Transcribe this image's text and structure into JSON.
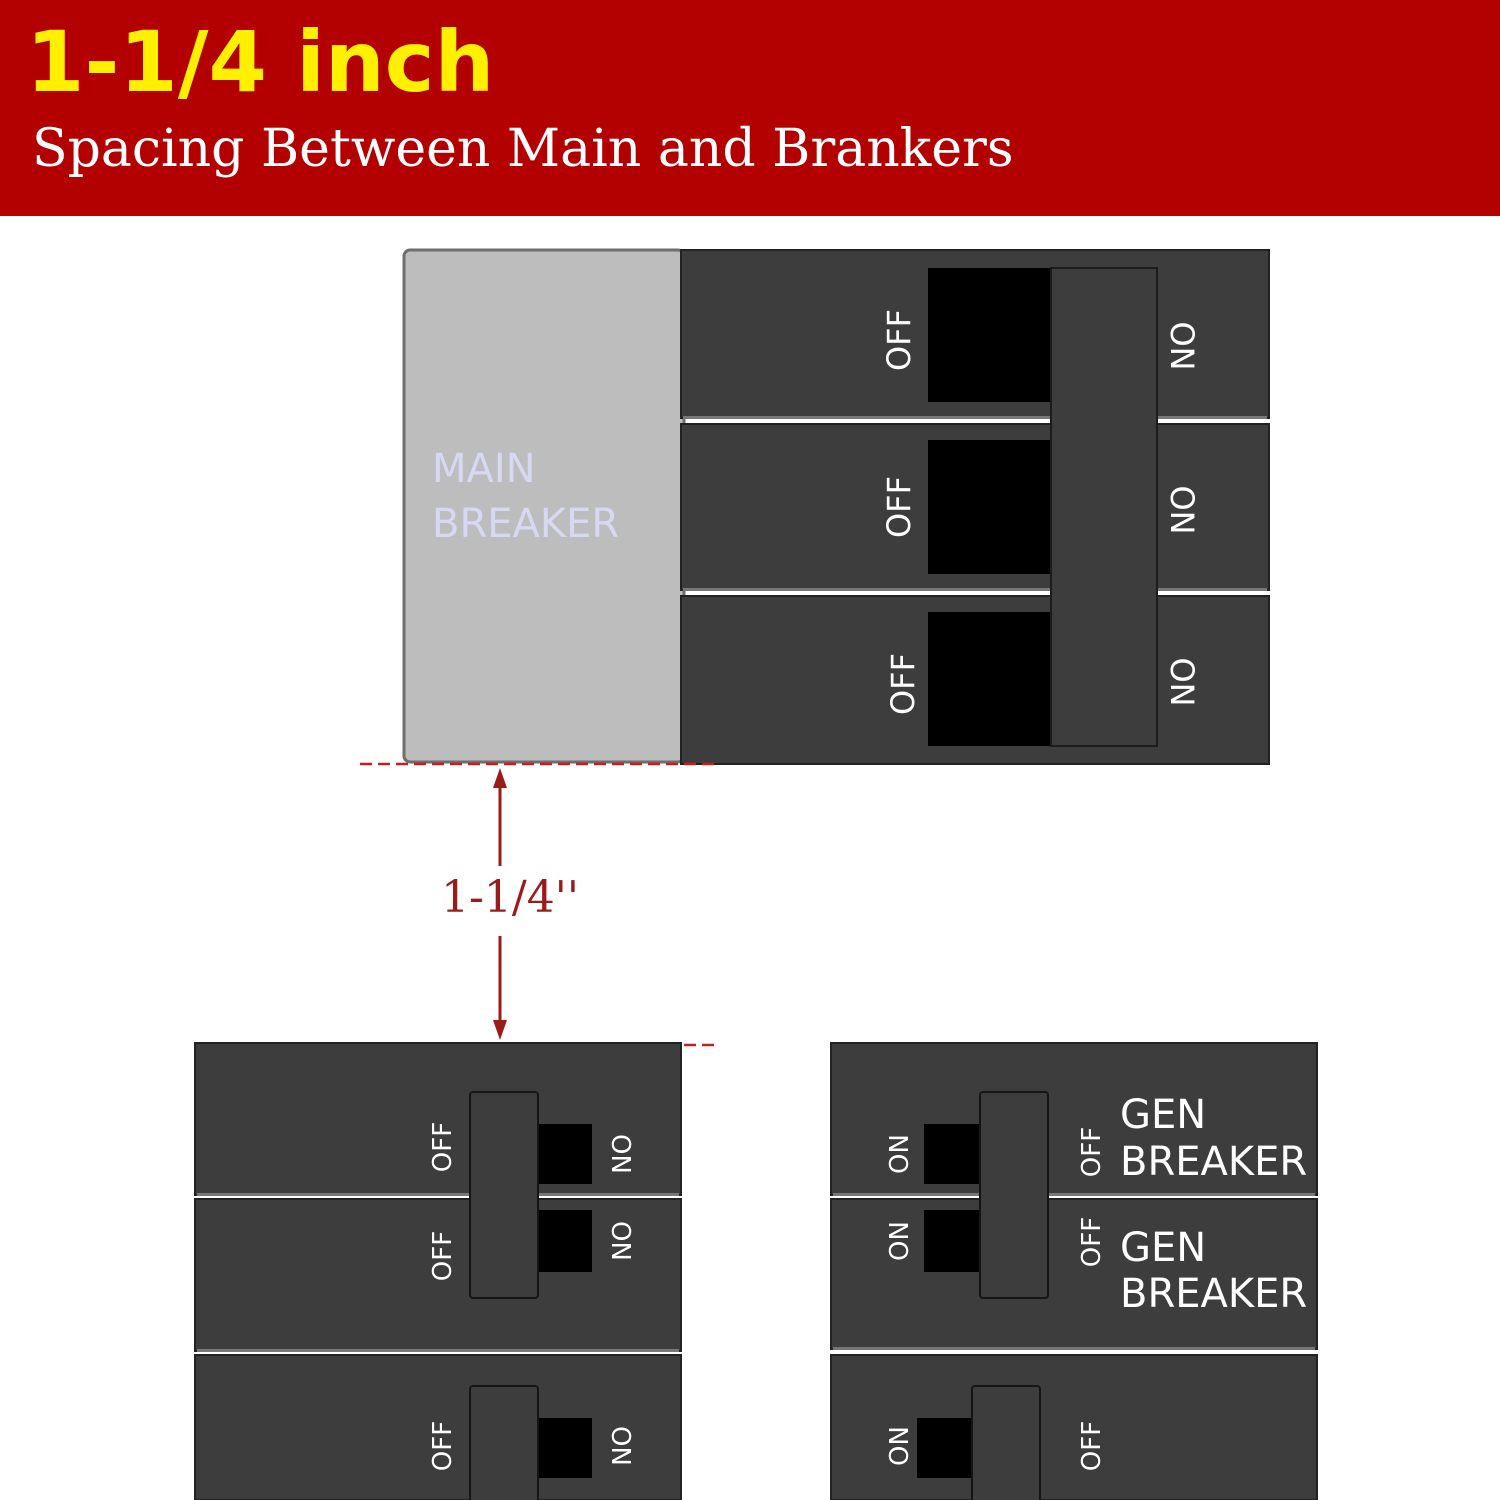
{
  "header": {
    "title": "1-1/4 inch",
    "subtitle": "Spacing Between Main and Brankers"
  },
  "main_breaker": {
    "label_line1": "MAIN",
    "label_line2": "BREAKER",
    "off_label": "OFF",
    "on_label": "ON"
  },
  "dimension": {
    "label": "1-1/4''"
  },
  "left_panel": {
    "off_label": "OFF",
    "on_label": "ON"
  },
  "right_panel": {
    "gen_line1": "GEN",
    "gen_line2": "BREAKER",
    "off_label": "OFF",
    "on_label": "ON"
  },
  "colors": {
    "banner": "#b30000",
    "title": "#ffef00",
    "breaker_body": "#3d3d3d",
    "main_body": "#bdbdbd",
    "dimension": "#9b1b1b"
  }
}
